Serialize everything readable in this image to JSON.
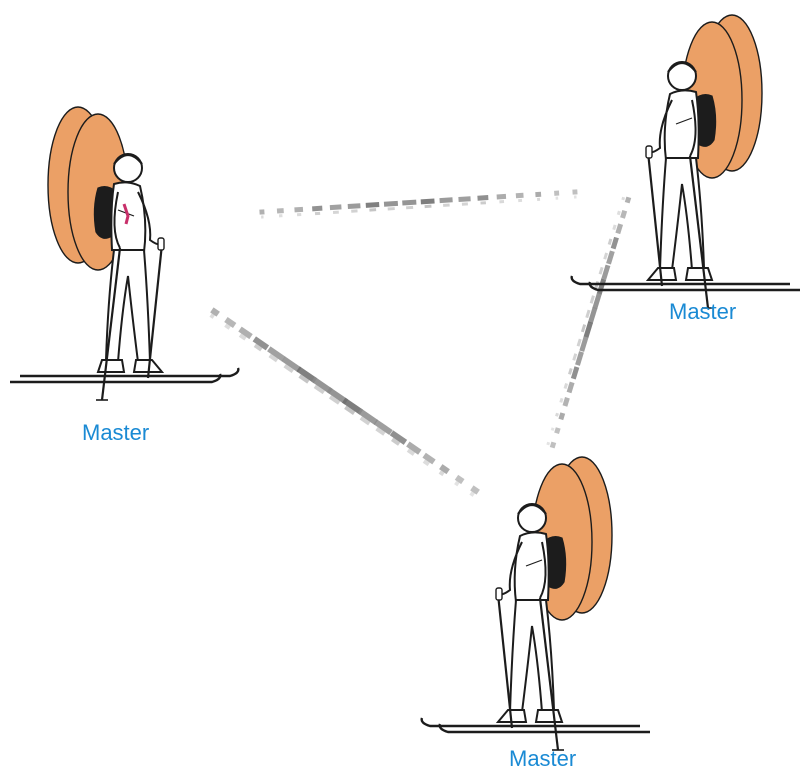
{
  "labels": {
    "left": "Master",
    "right": "Master",
    "bottom": "Master"
  },
  "colors": {
    "label_text": "#1a8ad4",
    "airbag": "#eba066",
    "outline": "#1c1c1c",
    "backpack": "#1c1c1c",
    "signal": "#8a8a8a",
    "signal_dark": "#6e6e6e",
    "accent": "#c8306a"
  },
  "figures": [
    {
      "name": "skier-left",
      "role": "master"
    },
    {
      "name": "skier-right",
      "role": "master"
    },
    {
      "name": "skier-bottom",
      "role": "master"
    }
  ],
  "links": [
    {
      "name": "link-left-right",
      "from": "skier-left",
      "to": "skier-right"
    },
    {
      "name": "link-left-bottom",
      "from": "skier-left",
      "to": "skier-bottom"
    },
    {
      "name": "link-right-bottom",
      "from": "skier-right",
      "to": "skier-bottom"
    }
  ]
}
